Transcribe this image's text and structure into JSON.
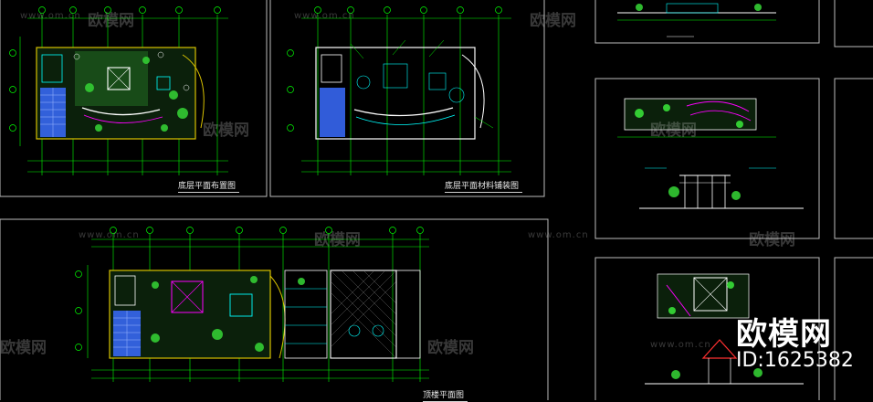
{
  "watermark": {
    "site": "www.om.cn",
    "brand": "欧模网",
    "id_label": "ID:1625382"
  },
  "sheets": [
    {
      "title": "底层平面布置图"
    },
    {
      "title": "底层平面材料铺装图"
    },
    {
      "title": "顶楼平面图"
    }
  ],
  "colors": {
    "background": "#000000",
    "frame": "#c8c8c8",
    "structure": "#ffffff",
    "dimension": "#00ff00",
    "detail": "#00ffff",
    "accent": "#ff00ff",
    "hatch": "#3a6cff",
    "vegetation": "#2a8a2a"
  }
}
